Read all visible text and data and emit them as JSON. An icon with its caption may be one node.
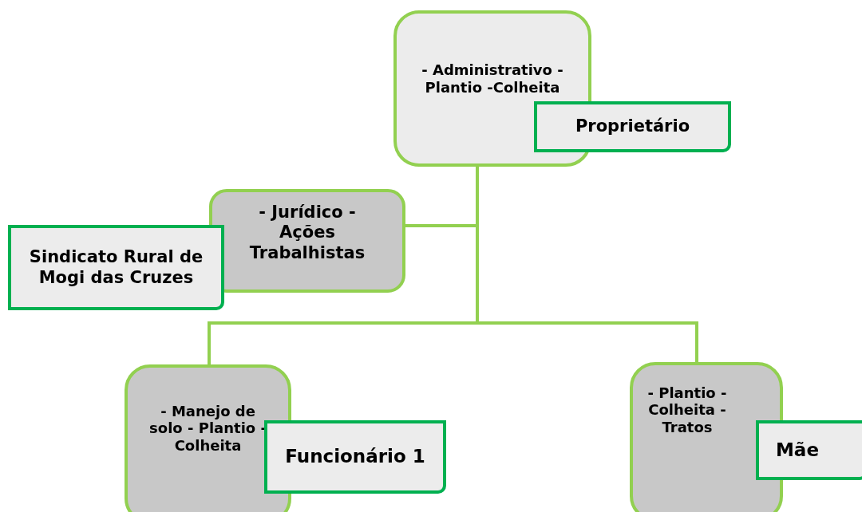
{
  "diagram": {
    "nodes": [
      {
        "text": [
          "- Administrativo - Plantio -Colheita"
        ]
      },
      {
        "text": [
          "Proprietário"
        ]
      },
      {
        "text": [
          "- Jurídico - Ações Trabalhistas"
        ]
      },
      {
        "text": [
          "Sindicato Rural de Mogi das Cruzes"
        ]
      },
      {
        "text": [
          "- Manejo de solo - Plantio -Colheita"
        ]
      },
      {
        "text": [
          "Funcionário 1"
        ]
      },
      {
        "text": [
          "- Plantio -Colheita - Tratos"
        ]
      },
      {
        "text": [
          "Mãe"
        ]
      }
    ],
    "edges": [
      {
        "from": 0,
        "to": 2,
        "arrow": "none"
      },
      {
        "from": 0,
        "to": 4,
        "arrow": "none"
      },
      {
        "from": 0,
        "to": 6,
        "arrow": "none"
      }
    ]
  }
}
